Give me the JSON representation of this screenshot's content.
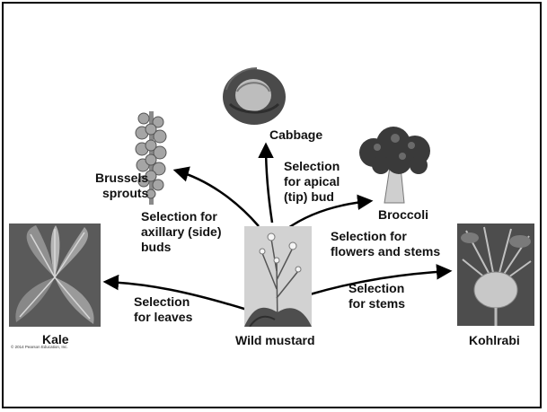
{
  "plants": {
    "cabbage": "Cabbage",
    "brussels": [
      "Brussels",
      "sprouts"
    ],
    "broccoli": "Broccoli",
    "kale": "Kale",
    "wild_mustard": "Wild mustard",
    "kohlrabi": "Kohlrabi"
  },
  "selections": {
    "apical": [
      "Selection",
      "for apical",
      "(tip) bud"
    ],
    "axillary": [
      "Selection for",
      "axillary (side)",
      "buds"
    ],
    "flowers": [
      "Selection for",
      "flowers and stems"
    ],
    "leaves": [
      "Selection",
      "for leaves"
    ],
    "stems": [
      "Selection",
      "for stems"
    ]
  },
  "credit": "© 2014 Pearson Education, Inc.",
  "colors": {
    "arrow": "#000000",
    "text": "#111111",
    "frame": "#000000"
  }
}
